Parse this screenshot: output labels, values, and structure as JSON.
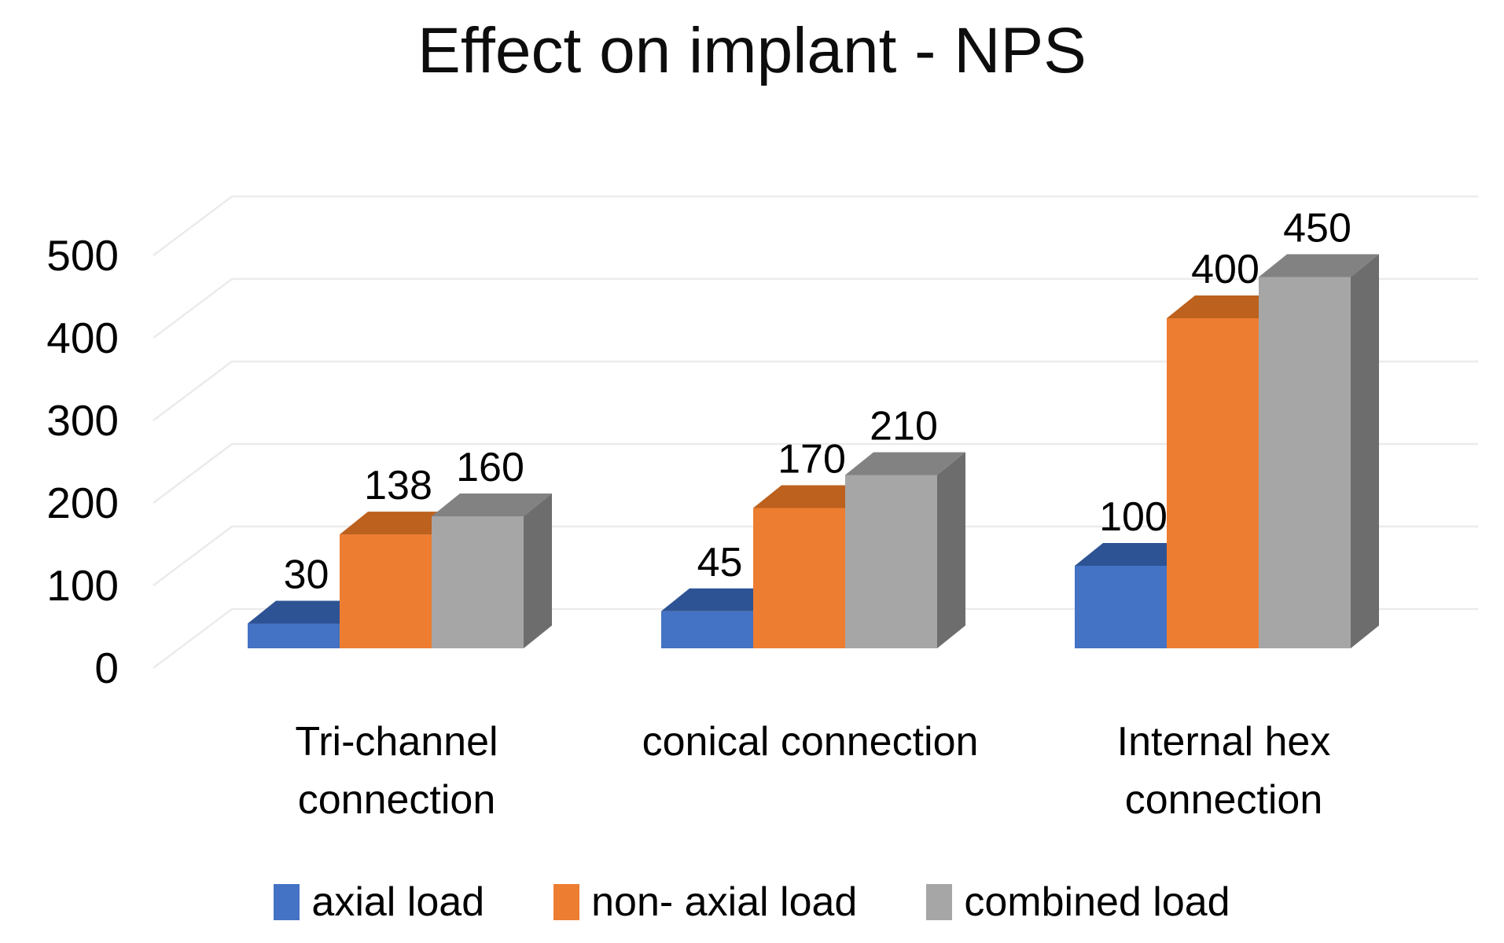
{
  "title": "Effect on implant - NPS",
  "chart_data": {
    "type": "bar",
    "subtype": "3d-clustered-column",
    "title": "Effect on implant - NPS",
    "categories": [
      "Tri-channel connection",
      "conical connection",
      "Internal hex connection"
    ],
    "category_label_lines": [
      [
        "Tri-channel",
        "connection"
      ],
      [
        "conical connection"
      ],
      [
        "Internal hex",
        "connection"
      ]
    ],
    "series": [
      {
        "name": "axial load",
        "values": [
          30,
          45,
          100
        ],
        "color": "#4472c4",
        "color_top": "#2e5394",
        "color_side": "#24437d"
      },
      {
        "name": "non- axial load",
        "values": [
          138,
          170,
          400
        ],
        "color": "#ed7d31",
        "color_top": "#bc611e",
        "color_side": "#975018"
      },
      {
        "name": "combined load",
        "values": [
          160,
          210,
          450
        ],
        "color": "#a6a6a6",
        "color_top": "#828282",
        "color_side": "#6d6d6d"
      }
    ],
    "data_labels_shown": true,
    "y_axis": {
      "min": 0,
      "max": 500,
      "step": 100,
      "tick_labels": [
        "0",
        "100",
        "200",
        "300",
        "400",
        "500"
      ]
    },
    "grid": true,
    "legend_position": "bottom"
  },
  "colors": {
    "background": "#ffffff",
    "text": "#000000",
    "gridline": "#ebebeb"
  }
}
